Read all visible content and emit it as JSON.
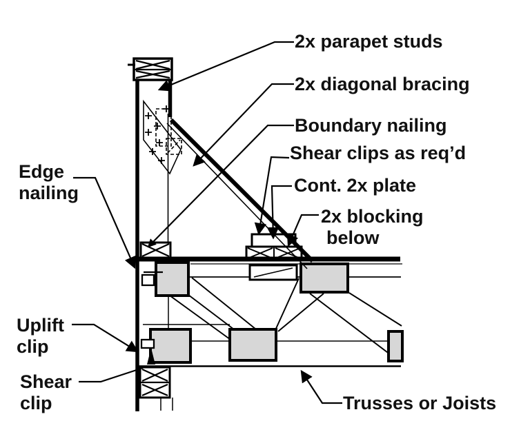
{
  "diagram": {
    "type": "construction-detail",
    "labels": {
      "parapet_studs": "2x parapet studs",
      "diagonal_bracing": "2x diagonal bracing",
      "boundary_nailing": "Boundary nailing",
      "shear_clips": "Shear clips as req’d",
      "cont_plate": "Cont. 2x plate",
      "blocking_line1": "2x blocking",
      "blocking_line2": "below",
      "edge_line1": "Edge",
      "edge_line2": "nailing",
      "uplift_line1": "Uplift",
      "uplift_line2": "clip",
      "shearclip_line1": "Shear",
      "shearclip_line2": "clip",
      "trusses": "Trusses or Joists"
    },
    "colors": {
      "line": "#000000",
      "lumber_block_fill": "#d7d7d7",
      "background": "#ffffff",
      "text": "#111111"
    }
  }
}
